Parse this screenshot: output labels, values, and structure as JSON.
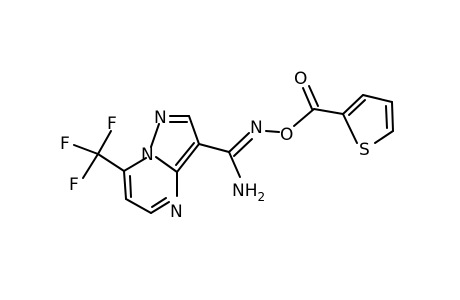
{
  "structure": {
    "atoms": {
      "n_pyrazole": "N",
      "n_bridge": "N",
      "n_pyrimidine": "N",
      "n_oxime": "N",
      "o_ester": "O",
      "o_carbonyl": "O",
      "s_thiophene": "S",
      "f_top": "F",
      "f_left": "F",
      "f_bottom": "F",
      "nh2_main": "NH",
      "nh2_sub": "2"
    }
  }
}
